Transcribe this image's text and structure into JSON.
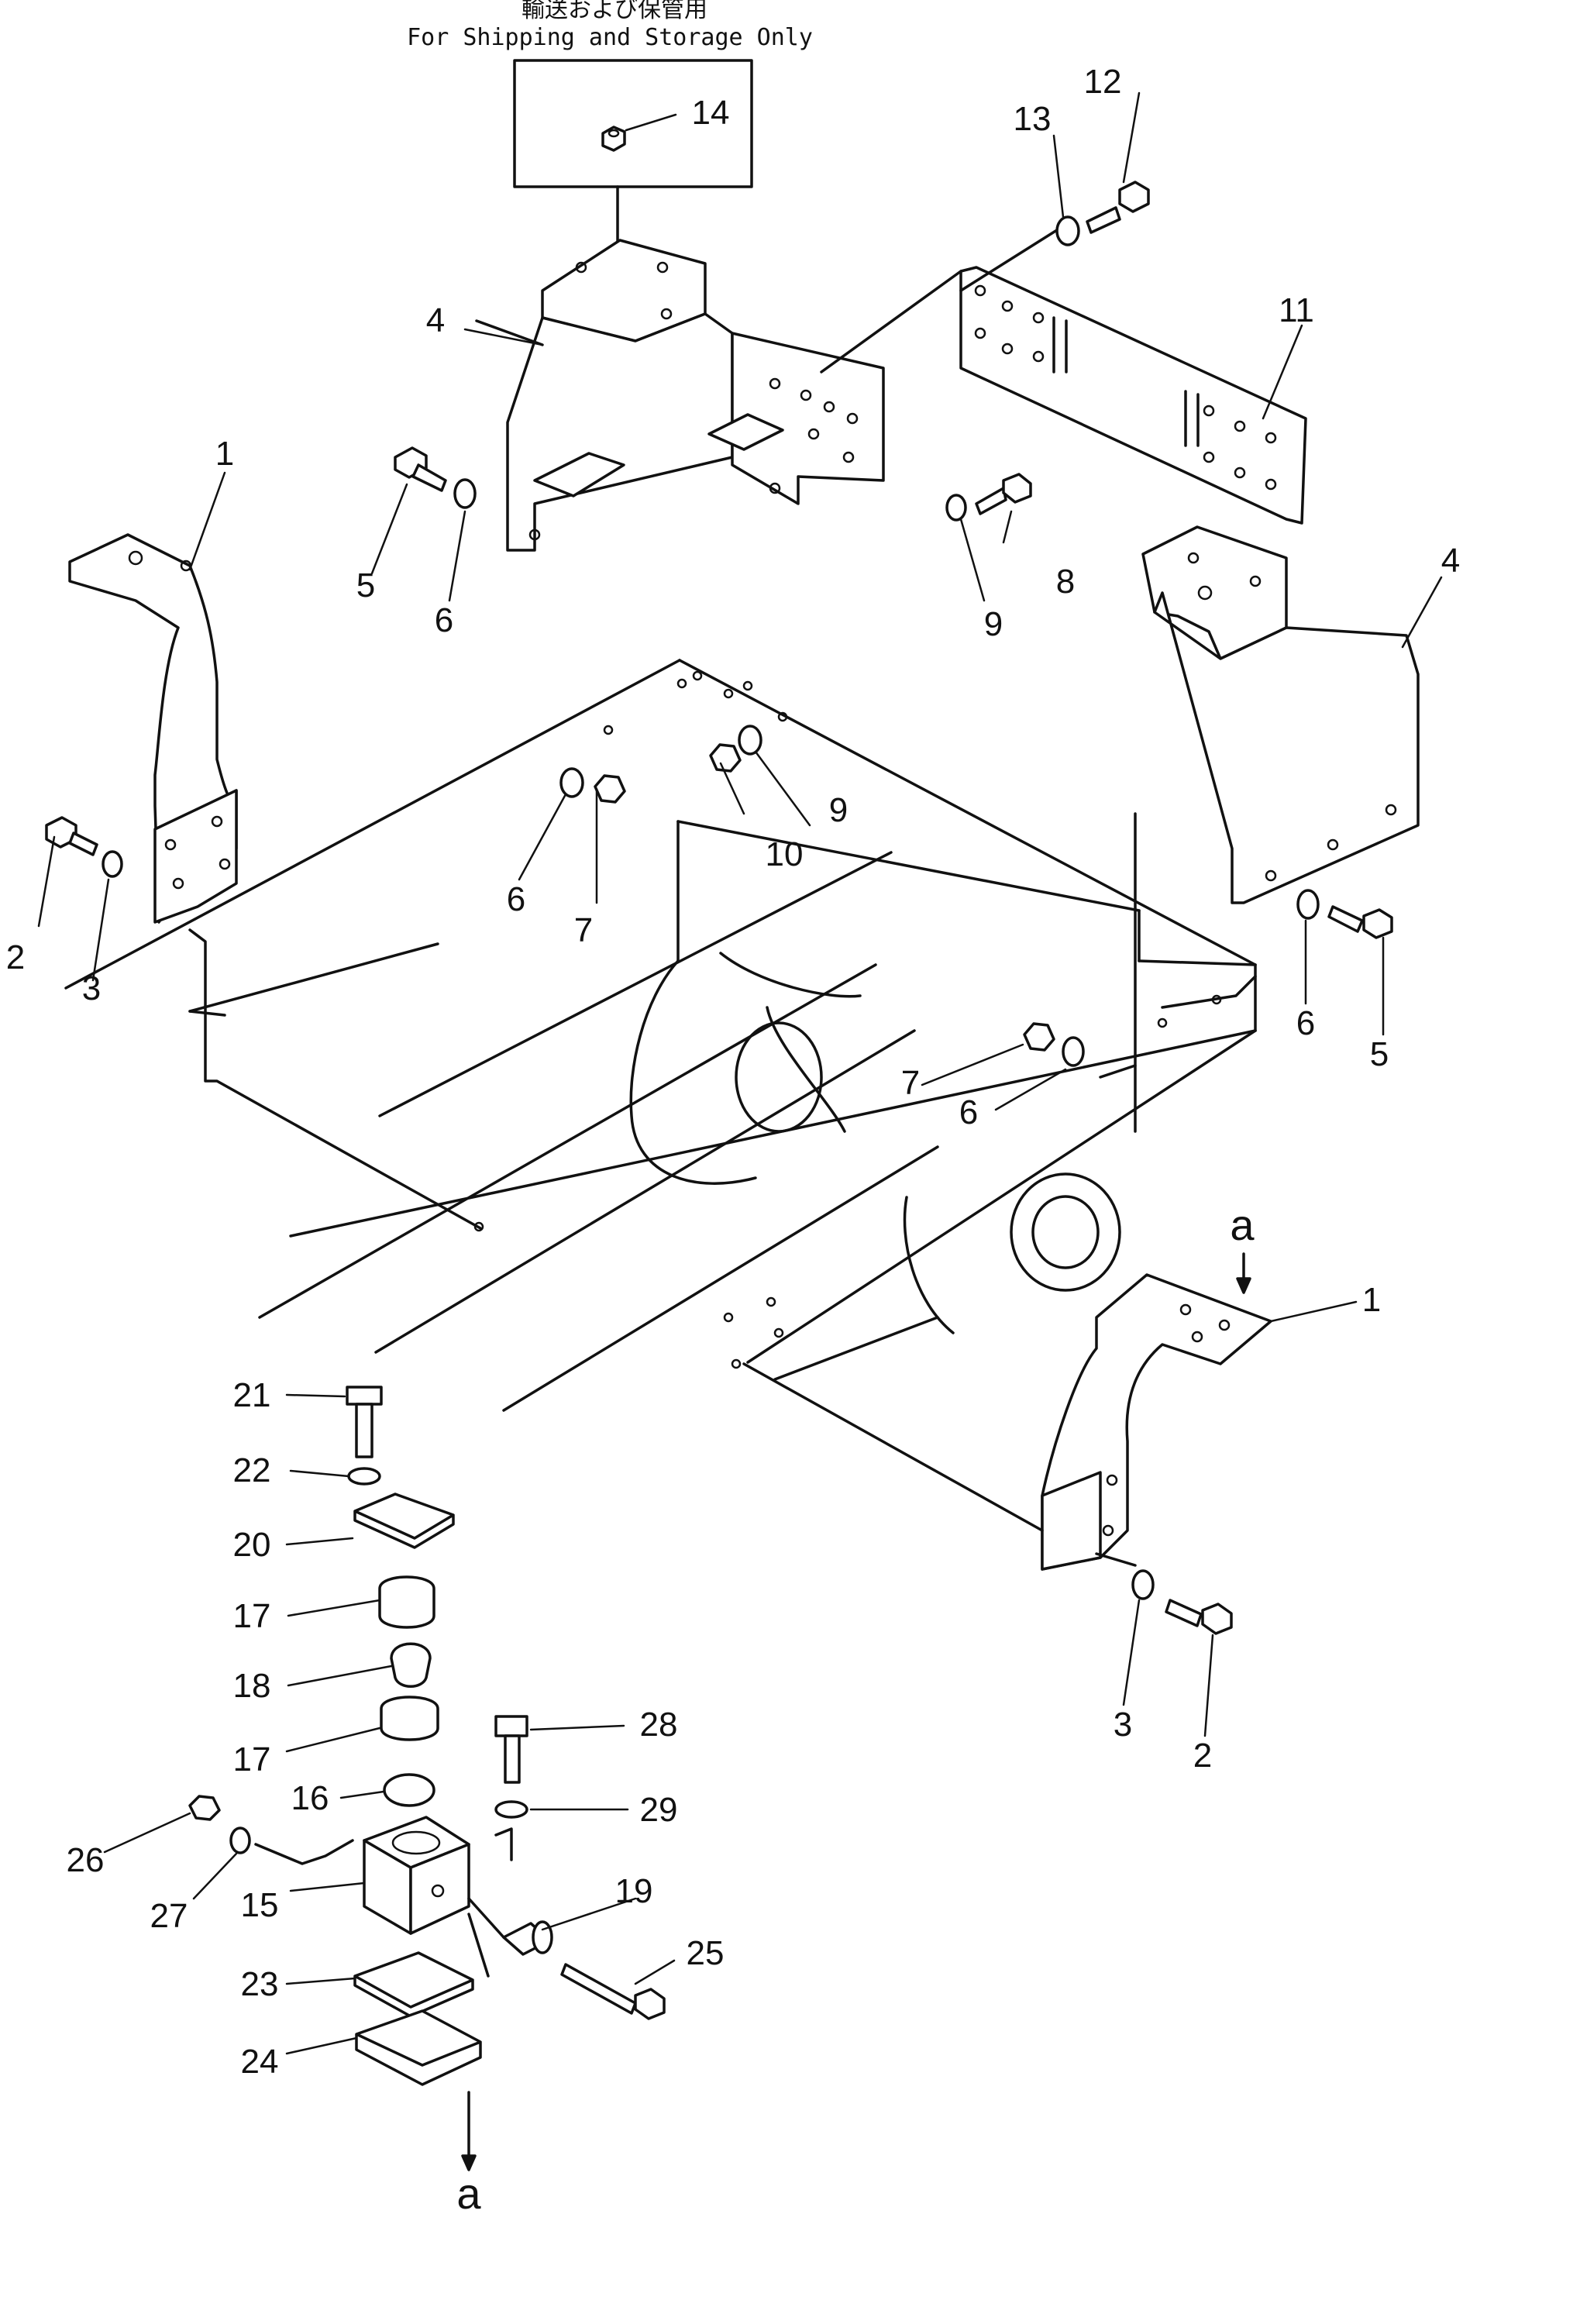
{
  "header": {
    "japanese_note": "輸送および保管用",
    "english_note": "For Shipping and Storage Only"
  },
  "callouts": {
    "p1": "1",
    "p2": "2",
    "p3": "3",
    "p4": "4",
    "p5": "5",
    "p6": "6",
    "p7": "7",
    "p8": "8",
    "p9": "9",
    "p10": "10",
    "p11": "11",
    "p12": "12",
    "p13": "13",
    "p14": "14",
    "p15": "15",
    "p16": "16",
    "p17": "17",
    "p18": "18",
    "p19": "19",
    "p20": "20",
    "p21": "21",
    "p22": "22",
    "p23": "23",
    "p24": "24",
    "p25": "25",
    "p26": "26",
    "p27": "27",
    "p28": "28",
    "p29": "29"
  },
  "view_ref": "a"
}
